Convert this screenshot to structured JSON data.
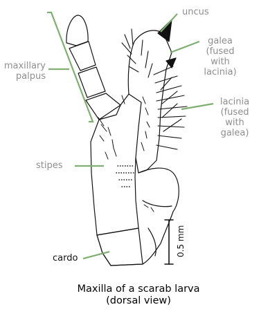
{
  "labels": {
    "uncus": "uncus",
    "galea": [
      "galea",
      "(fused",
      "with",
      "lacinia)"
    ],
    "lacinia": [
      "lacinia",
      "(fused",
      "with",
      "galea)"
    ],
    "maxillary_palpus": [
      "maxillary",
      "palpus"
    ],
    "stipes": "stipes",
    "cardo": "cardo"
  },
  "scale_bar": {
    "label": "0.5 mm"
  },
  "caption": [
    "Maxilla of a scarab larva",
    "(dorsal view)"
  ],
  "colors": {
    "leader": "#7fae72",
    "label": "#8e8e8e",
    "drawing": "#111111"
  }
}
